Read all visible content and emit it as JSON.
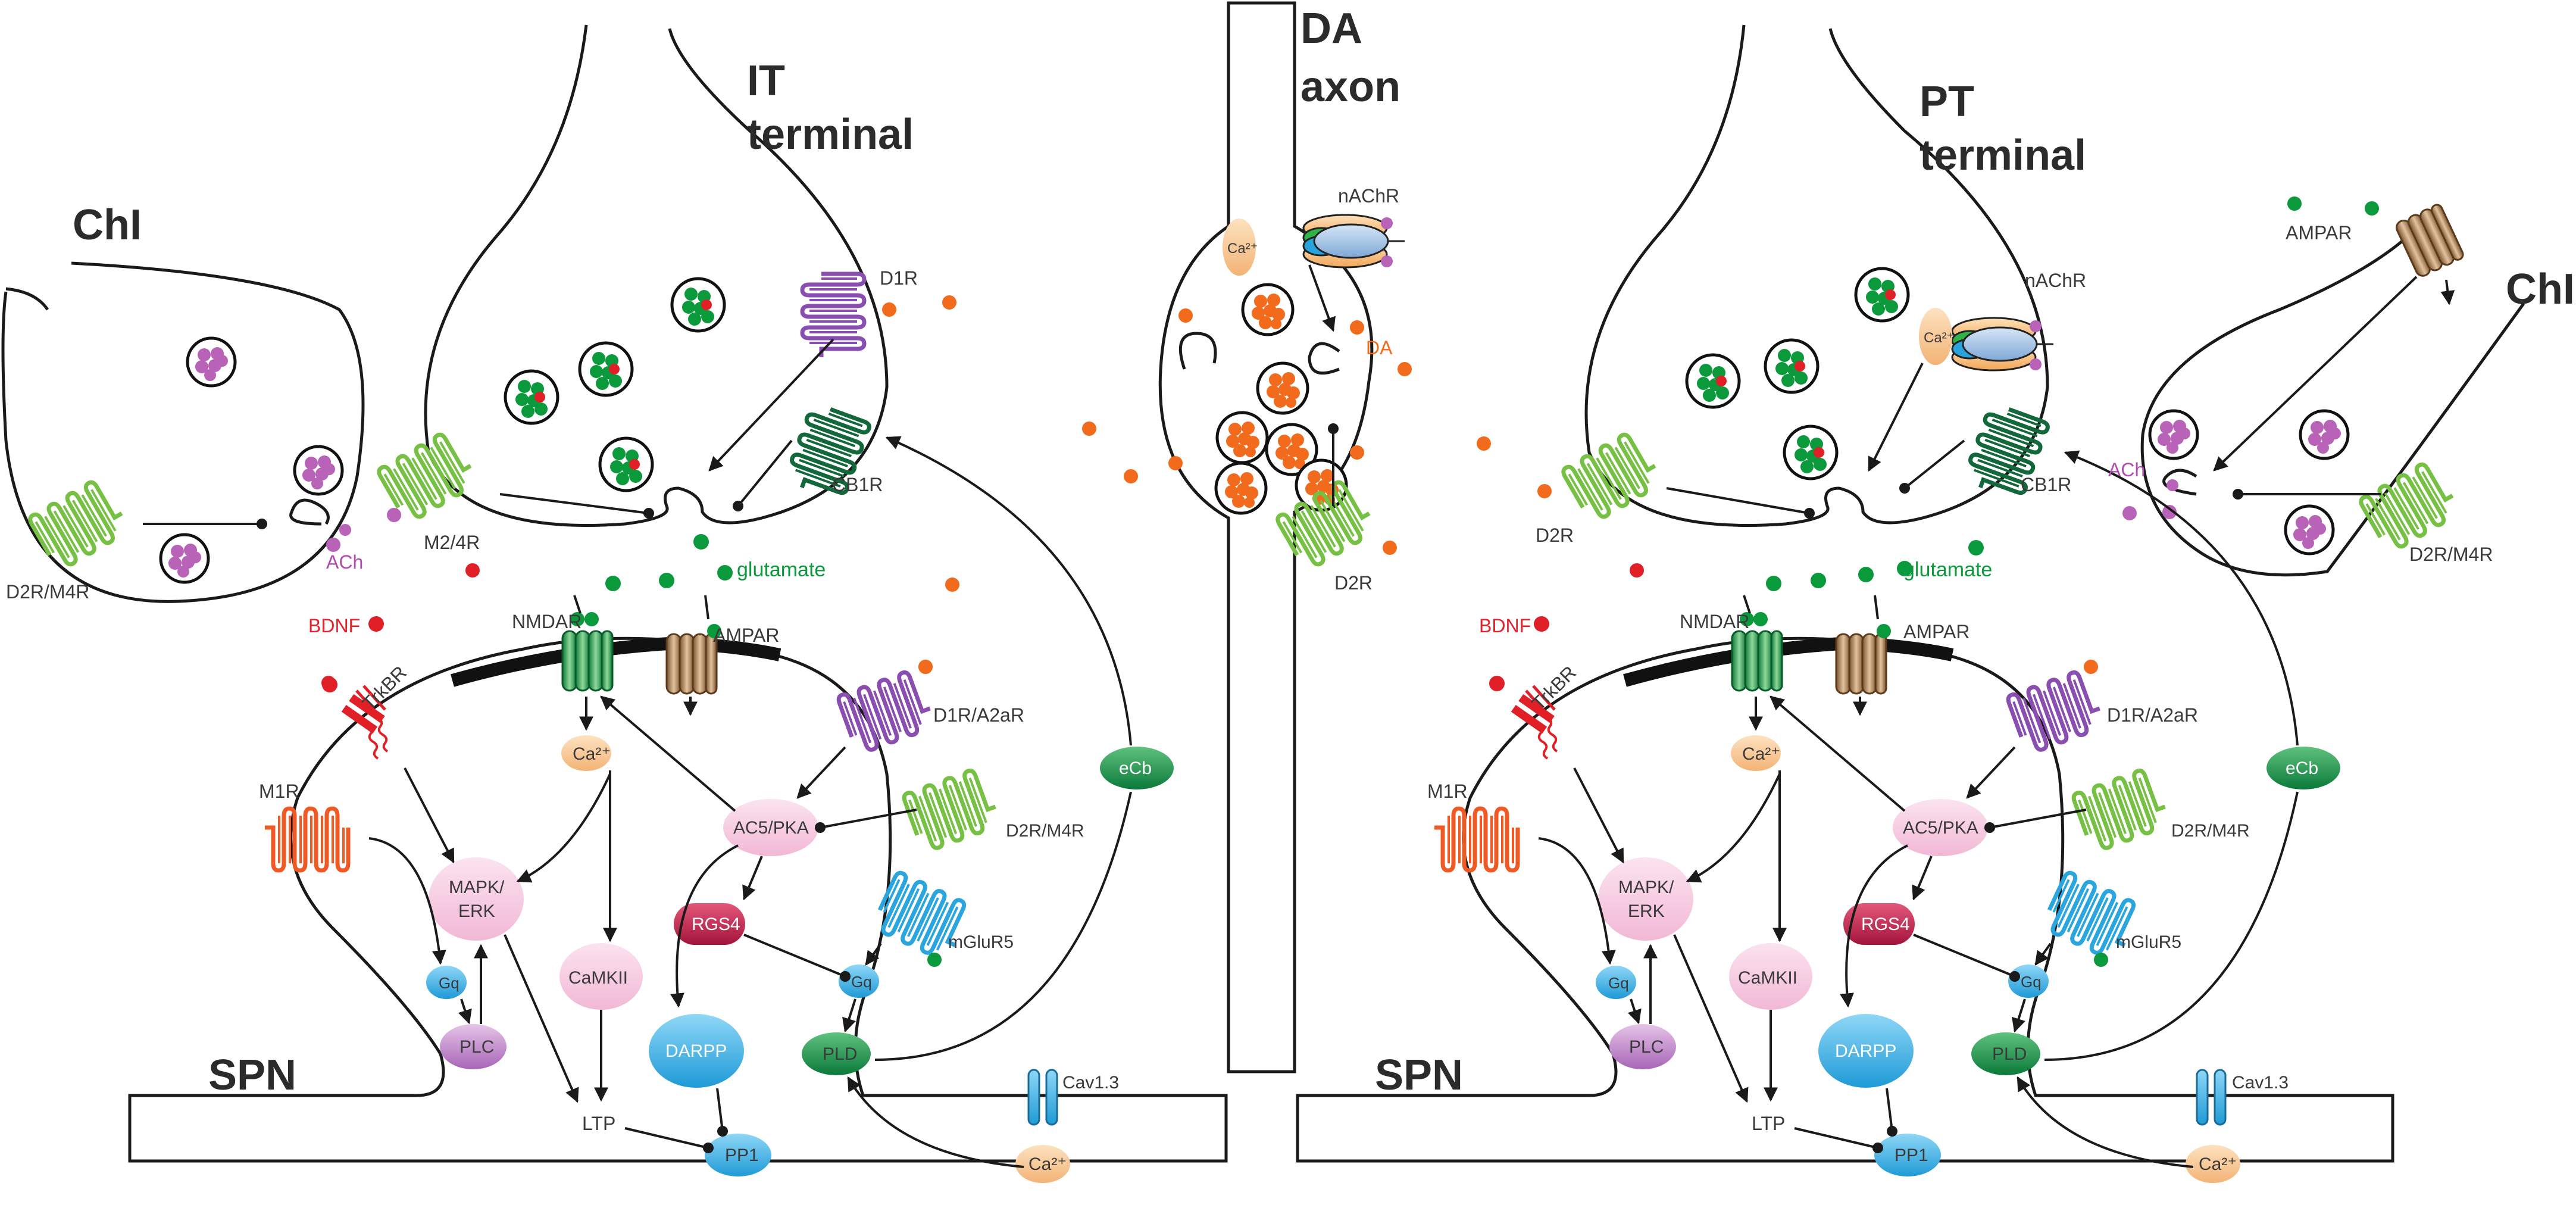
{
  "colors": {
    "glutamate": "#0a9a3c",
    "dopamine": "#f26b1d",
    "acetylcholine": "#b862b8",
    "bdnf": "#e01f26",
    "pink": "#f6cfe3",
    "blue": "#2aa5de",
    "orange_pill": "#f7c48f",
    "purple_receptor": "#8a4db0",
    "lightgreen_receptor": "#76c043",
    "darkgreen_receptor": "#12683a",
    "brown": "#9b6b3f",
    "trkb": "#e02026",
    "m1r": "#ef5a24"
  },
  "titles": {
    "it_terminal": [
      "IT",
      "terminal"
    ],
    "pt_terminal": [
      "PT",
      "terminal"
    ],
    "da_axon": [
      "DA",
      "axon"
    ],
    "chi": "ChI",
    "spn": "SPN"
  },
  "labels": {
    "d1r": "D1R",
    "cb1r": "CB1R",
    "m24r": "M2/4R",
    "d2r": "D2R",
    "d2r_m4r": "D2R/M4R",
    "ach": "ACh",
    "glutamate": "glutamate",
    "bdnf": "BDNF",
    "trkbr": "TrkBR",
    "nmdar": "NMDAR",
    "ampar": "AMPAR",
    "d1r_a2ar": "D1R/A2aR",
    "m1r": "M1R",
    "ca": "Ca²⁺",
    "ac5_pka": "AC5/PKA",
    "ecb": "eCb",
    "mapk": [
      "MAPK/",
      "ERK"
    ],
    "camkii": "CaMKII",
    "rgs4": "RGS4",
    "mglur5": "mGluR5",
    "gq": "Gq",
    "plc": "PLC",
    "pld": "PLD",
    "darpp": "DARPP",
    "ltp": "LTP",
    "pp1": "PP1",
    "cav13": "Cav1.3",
    "nachr": "nAChR",
    "da": "DA"
  }
}
